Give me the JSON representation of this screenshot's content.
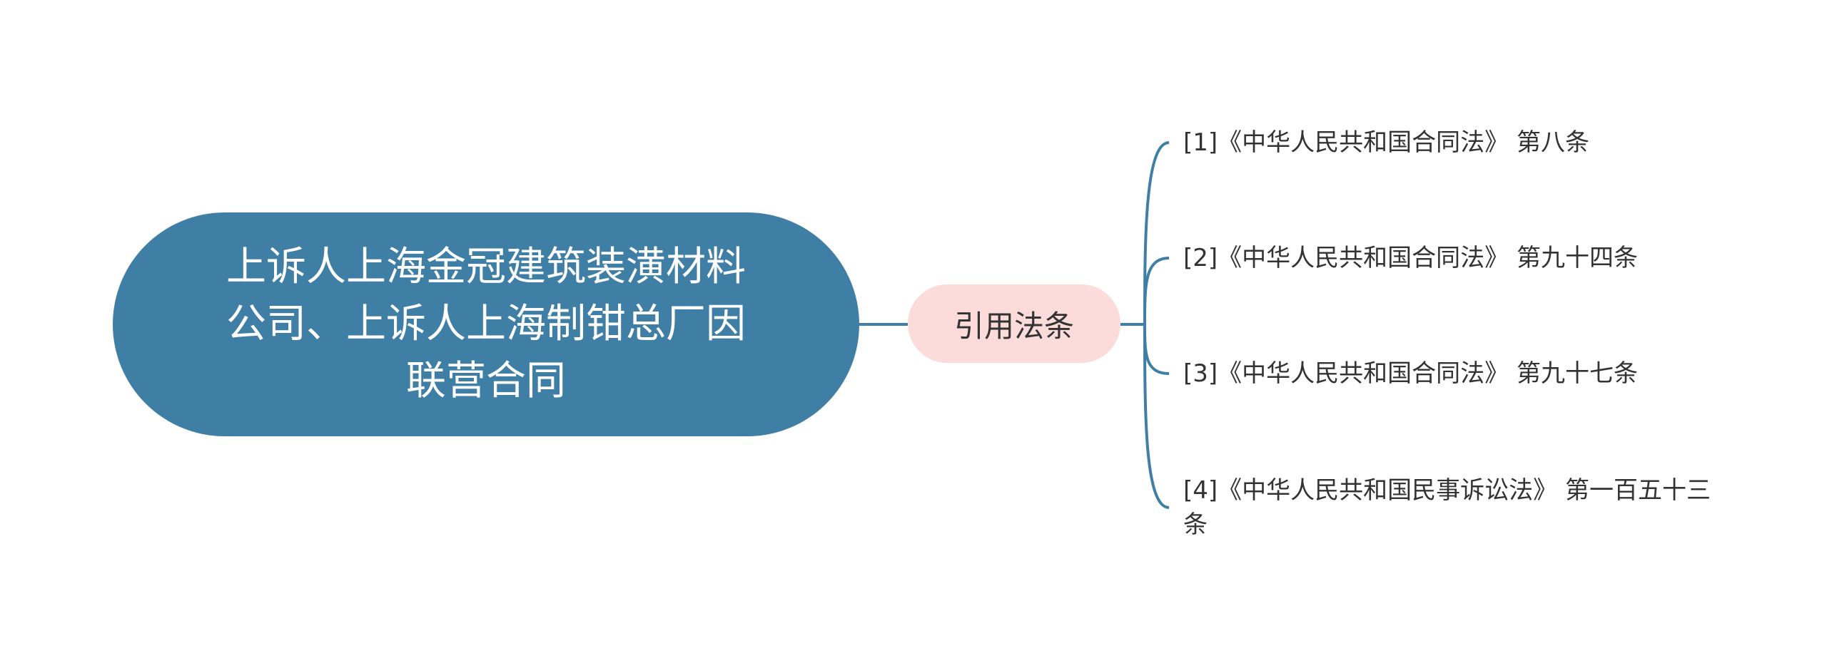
{
  "mindmap": {
    "root": {
      "label": "上诉人上海金冠建筑装潢材料公司、上诉人上海制钳总厂因联营合同"
    },
    "branch": {
      "label": "引用法条"
    },
    "leaves": [
      {
        "label": "[1]《中华人民共和国合同法》 第八条"
      },
      {
        "label": "[2]《中华人民共和国合同法》 第九十四条"
      },
      {
        "label": "[3]《中华人民共和国合同法》 第九十七条"
      },
      {
        "label": "[4]《中华人民共和国民事诉讼法》 第一百五十三条"
      }
    ]
  },
  "colors": {
    "root_fill": "#3f7fa6",
    "branch_fill": "#fbdcdb",
    "connector": "#3f7fa6",
    "text_dark": "#333333",
    "text_light": "#ffffff"
  }
}
